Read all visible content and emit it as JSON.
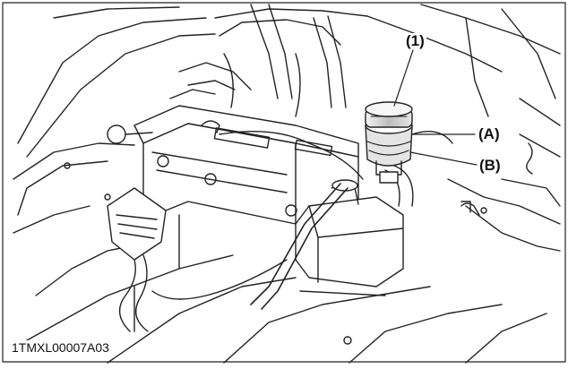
{
  "callouts": {
    "item_1": "(1)",
    "item_a": "(A)",
    "item_b": "(B)"
  },
  "figure_code": "1TMXL00007A03",
  "colors": {
    "line": "#222222",
    "background": "#ffffff",
    "shade": "#d9d9d9"
  }
}
